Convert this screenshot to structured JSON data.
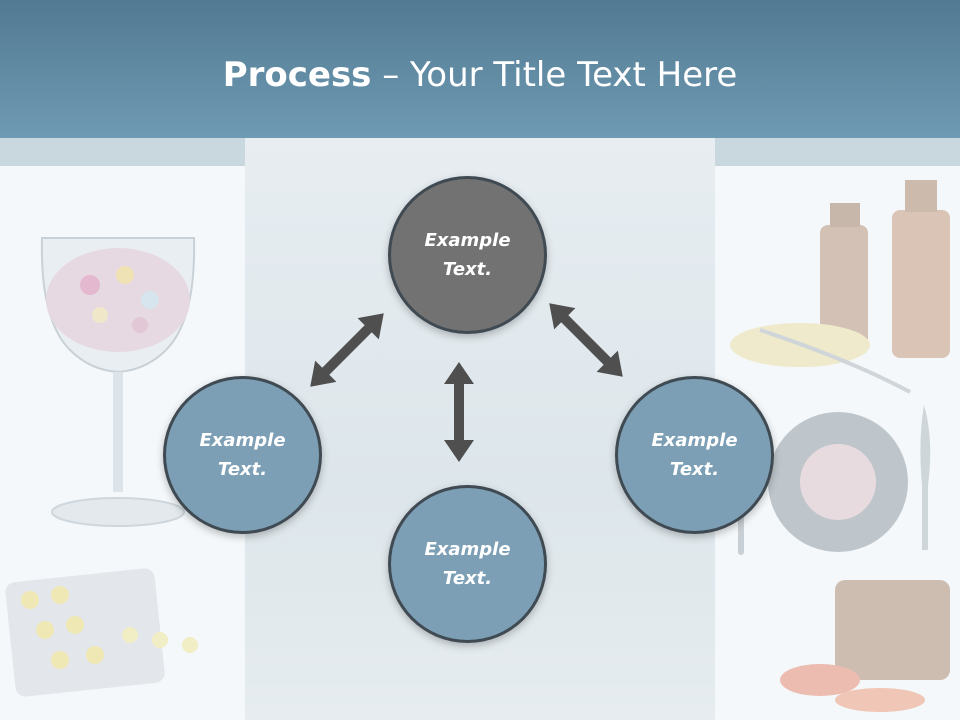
{
  "title": {
    "strong": "Process",
    "rest": " – Your Title Text Here"
  },
  "nodes": {
    "top": "Example Text.",
    "left": "Example Text.",
    "right": "Example Text.",
    "bottom": "Example Text."
  },
  "colors": {
    "header": "#6f9ab3",
    "center_node": "#727272",
    "outer_node": "#7c9fb6",
    "outline": "#3f4a52",
    "arrow": "#4f4f4f"
  }
}
